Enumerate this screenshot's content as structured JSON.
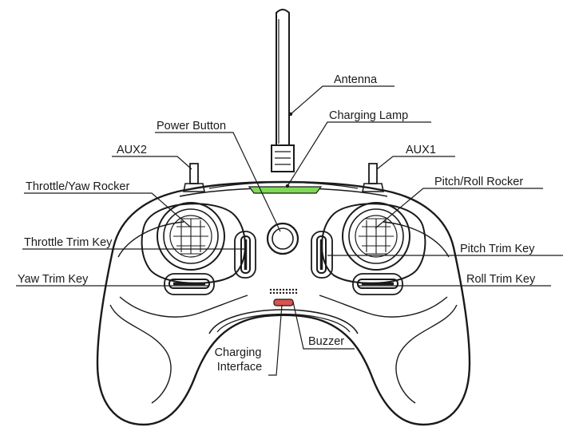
{
  "labels": {
    "antenna": "Antenna",
    "charging_lamp": "Charging Lamp",
    "power_button": "Power Button",
    "aux2": "AUX2",
    "aux1": "AUX1",
    "throttle_yaw_rocker": "Throttle/Yaw Rocker",
    "pitch_roll_rocker": "Pitch/Roll Rocker",
    "throttle_trim_key": "Throttle Trim Key",
    "pitch_trim_key": "Pitch Trim Key",
    "yaw_trim_key": "Yaw Trim Key",
    "roll_trim_key": "Roll Trim Key",
    "charging_interface_line1": "Charging",
    "charging_interface_line2": "Interface",
    "buzzer": "Buzzer"
  },
  "colors": {
    "charging_lamp": "#7ed957",
    "charging_port": "#d9534f",
    "line": "#1a1a1a"
  }
}
